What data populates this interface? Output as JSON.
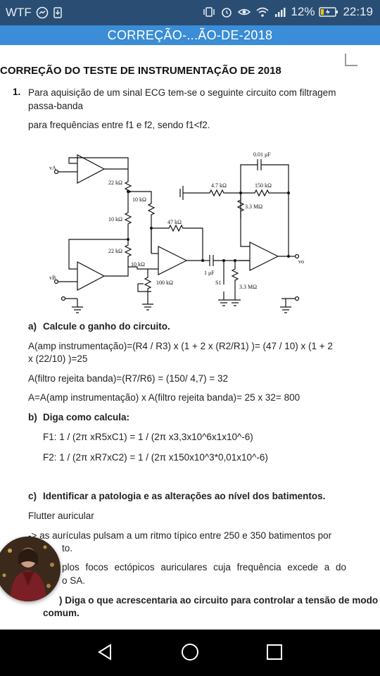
{
  "status": {
    "carrier": "WTF",
    "battery": "12%",
    "time": "22:19"
  },
  "appbar": {
    "title": "CORREÇÃO-...ÃO-DE-2018"
  },
  "doc": {
    "title": "CORREÇÃO DO TESTE DE INSTRUMENTAÇÃO DE 2018",
    "q1": {
      "num": "1.",
      "line1": "Para aquisição de um sinal ECG tem-se o seguinte circuito com filtragem",
      "line2": "passa-banda",
      "line3": "para frequências entre f1 e f2, sendo f1<f2."
    },
    "circuit": {
      "vA": "vA",
      "vB": "vB",
      "vo": "vo",
      "s1": "S1",
      "r22k_top": "22 kΩ",
      "r10k_a": "10 kΩ",
      "r10k_b": "10 kΩ",
      "r22k_bot": "22 kΩ",
      "r10k_c": "10 kΩ",
      "r47k": "47 kΩ",
      "r100k": "100 kΩ",
      "c1u": "1 μF",
      "r3m3_a": "3.3 MΩ",
      "r3m3_b": "3.3 MΩ",
      "r4k7": "4.7 kΩ",
      "r150k": "150 kΩ",
      "c001": "0.01 μF"
    },
    "a": {
      "label": "a)",
      "title": "Calcule o ganho do circuito.",
      "l1": "A(amp instrumentação)=(R4 / R3) x (1 + 2 x (R2/R1) )= (47 / 10) x (1 + 2",
      "l2": "x (22/10) )=25",
      "l3": "A(filtro rejeita banda)=(R7/R6) = (150/ 4,7) = 32",
      "l4": "A=A(amp instrumentação) x A(filtro rejeita banda)= 25 x 32= 800"
    },
    "b": {
      "label": "b)",
      "title": "Diga como calcula:",
      "f1": "F1: 1 / (2π xR5xC1) = 1 / (2π x3,3x10^6x1x10^-6)",
      "f2": "F2: 1 / (2π xR7xC2) = 1 / (2π x150x10^3*0,01x10^-6)"
    },
    "c": {
      "label": "c)",
      "title": "Identificar a patologia e as alterações ao nível dos batimentos.",
      "l1": "Flutter auricular",
      "l2": "-> as aurículas pulsam a um ritmo típico entre 250 e 350 batimentos por",
      "l3": "to.",
      "l4": "plos focos ectópicos auriculares cuja frequência excede a do",
      "l5": "o SA."
    },
    "d": {
      "title": ") Diga o que acrescentaria ao circuito para controlar a tensão de modo",
      "title2": "comum."
    }
  },
  "nav": [
    "back",
    "home",
    "recents"
  ],
  "colors": {
    "statusbar": "#2a4d73",
    "appbar": "#3a8dd6",
    "navbar": "#000000"
  }
}
